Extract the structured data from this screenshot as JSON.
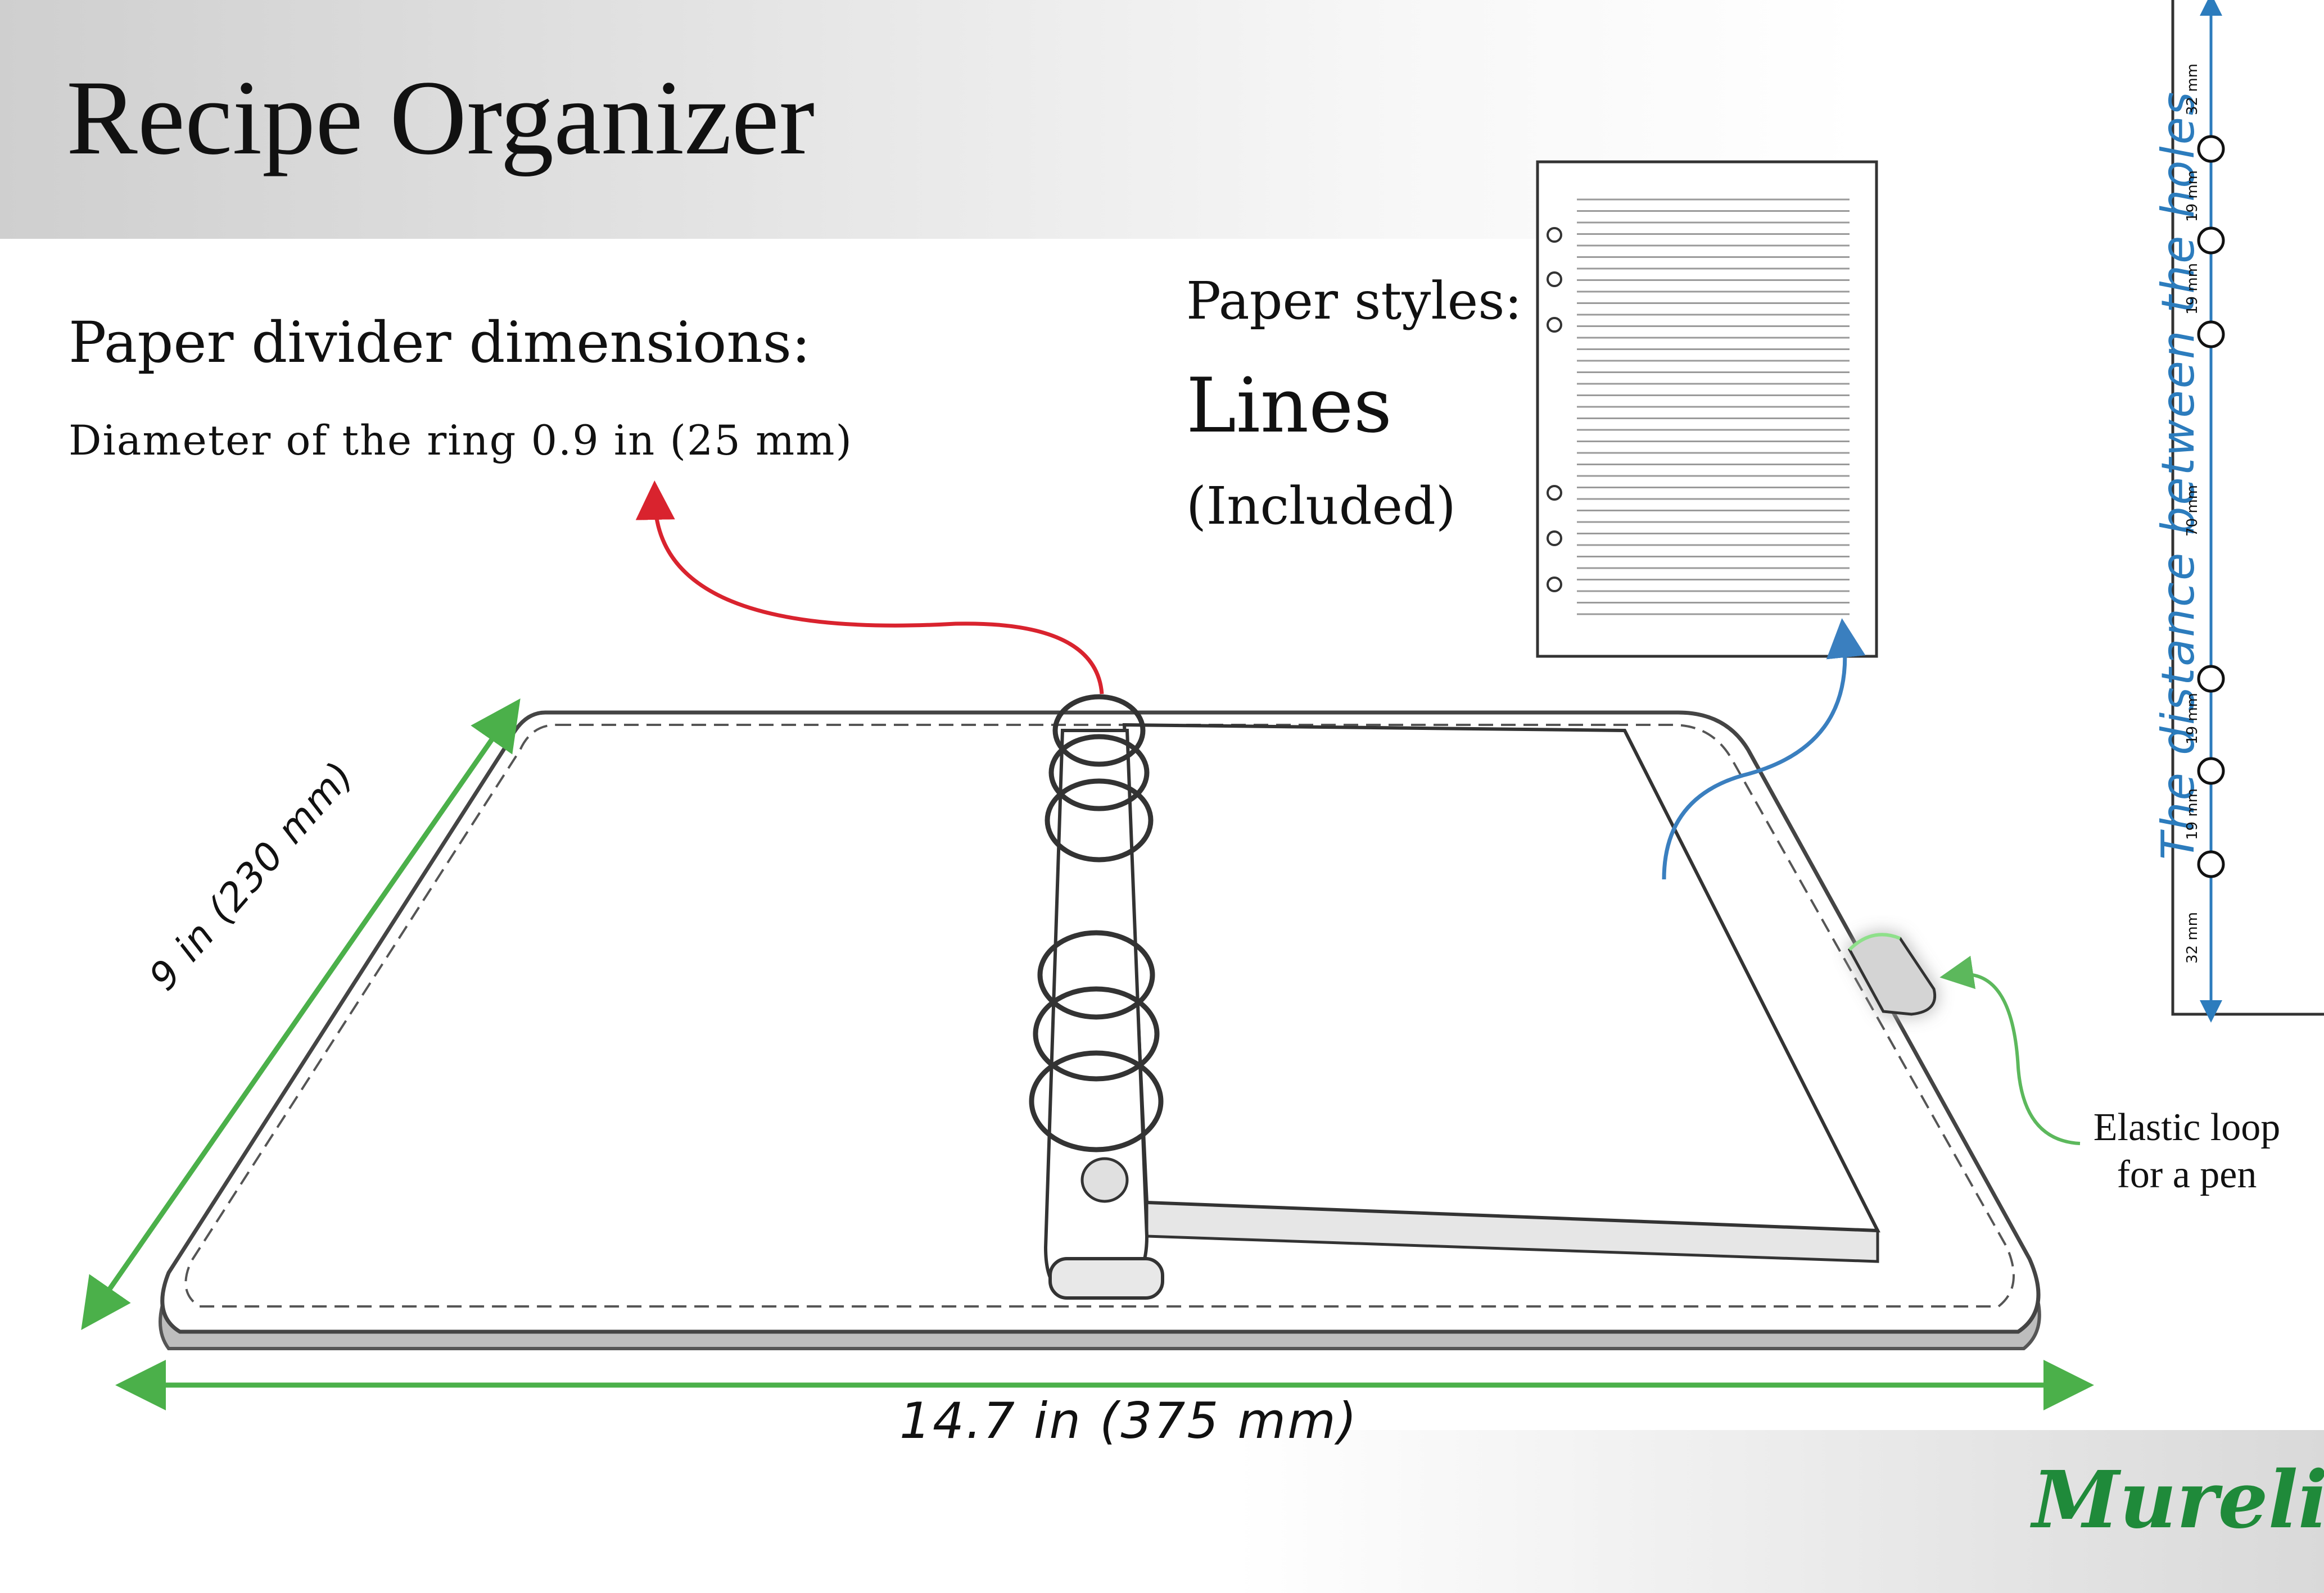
{
  "title": "Recipe Organizer",
  "divider": {
    "heading": "Paper divider dimensions:",
    "ring_diameter": "Diameter of the ring 0.9 in (25 mm)"
  },
  "paper": {
    "heading": "Paper styles:",
    "style": "Lines",
    "note": "(Included)"
  },
  "dimensions": {
    "width": "14.7 in (375 mm)",
    "height": "9 in (230 mm)"
  },
  "elastic_loop": "Elastic loop for a pen",
  "holes": {
    "title": "The distance between the holes",
    "distances": [
      "32 mm",
      "19 mm",
      "19 mm",
      "70 mm",
      "19 mm",
      "19 mm",
      "32 mm"
    ]
  },
  "logo": "Mureli",
  "colors": {
    "ring_arrow": "#d9232e",
    "paper_arrow": "#3a7fbf",
    "dimension_arrow": "#4bb04a",
    "loop_arrow": "#5cb85c",
    "holes_text": "#2c7cbd",
    "logo": "#1f8a3a"
  }
}
